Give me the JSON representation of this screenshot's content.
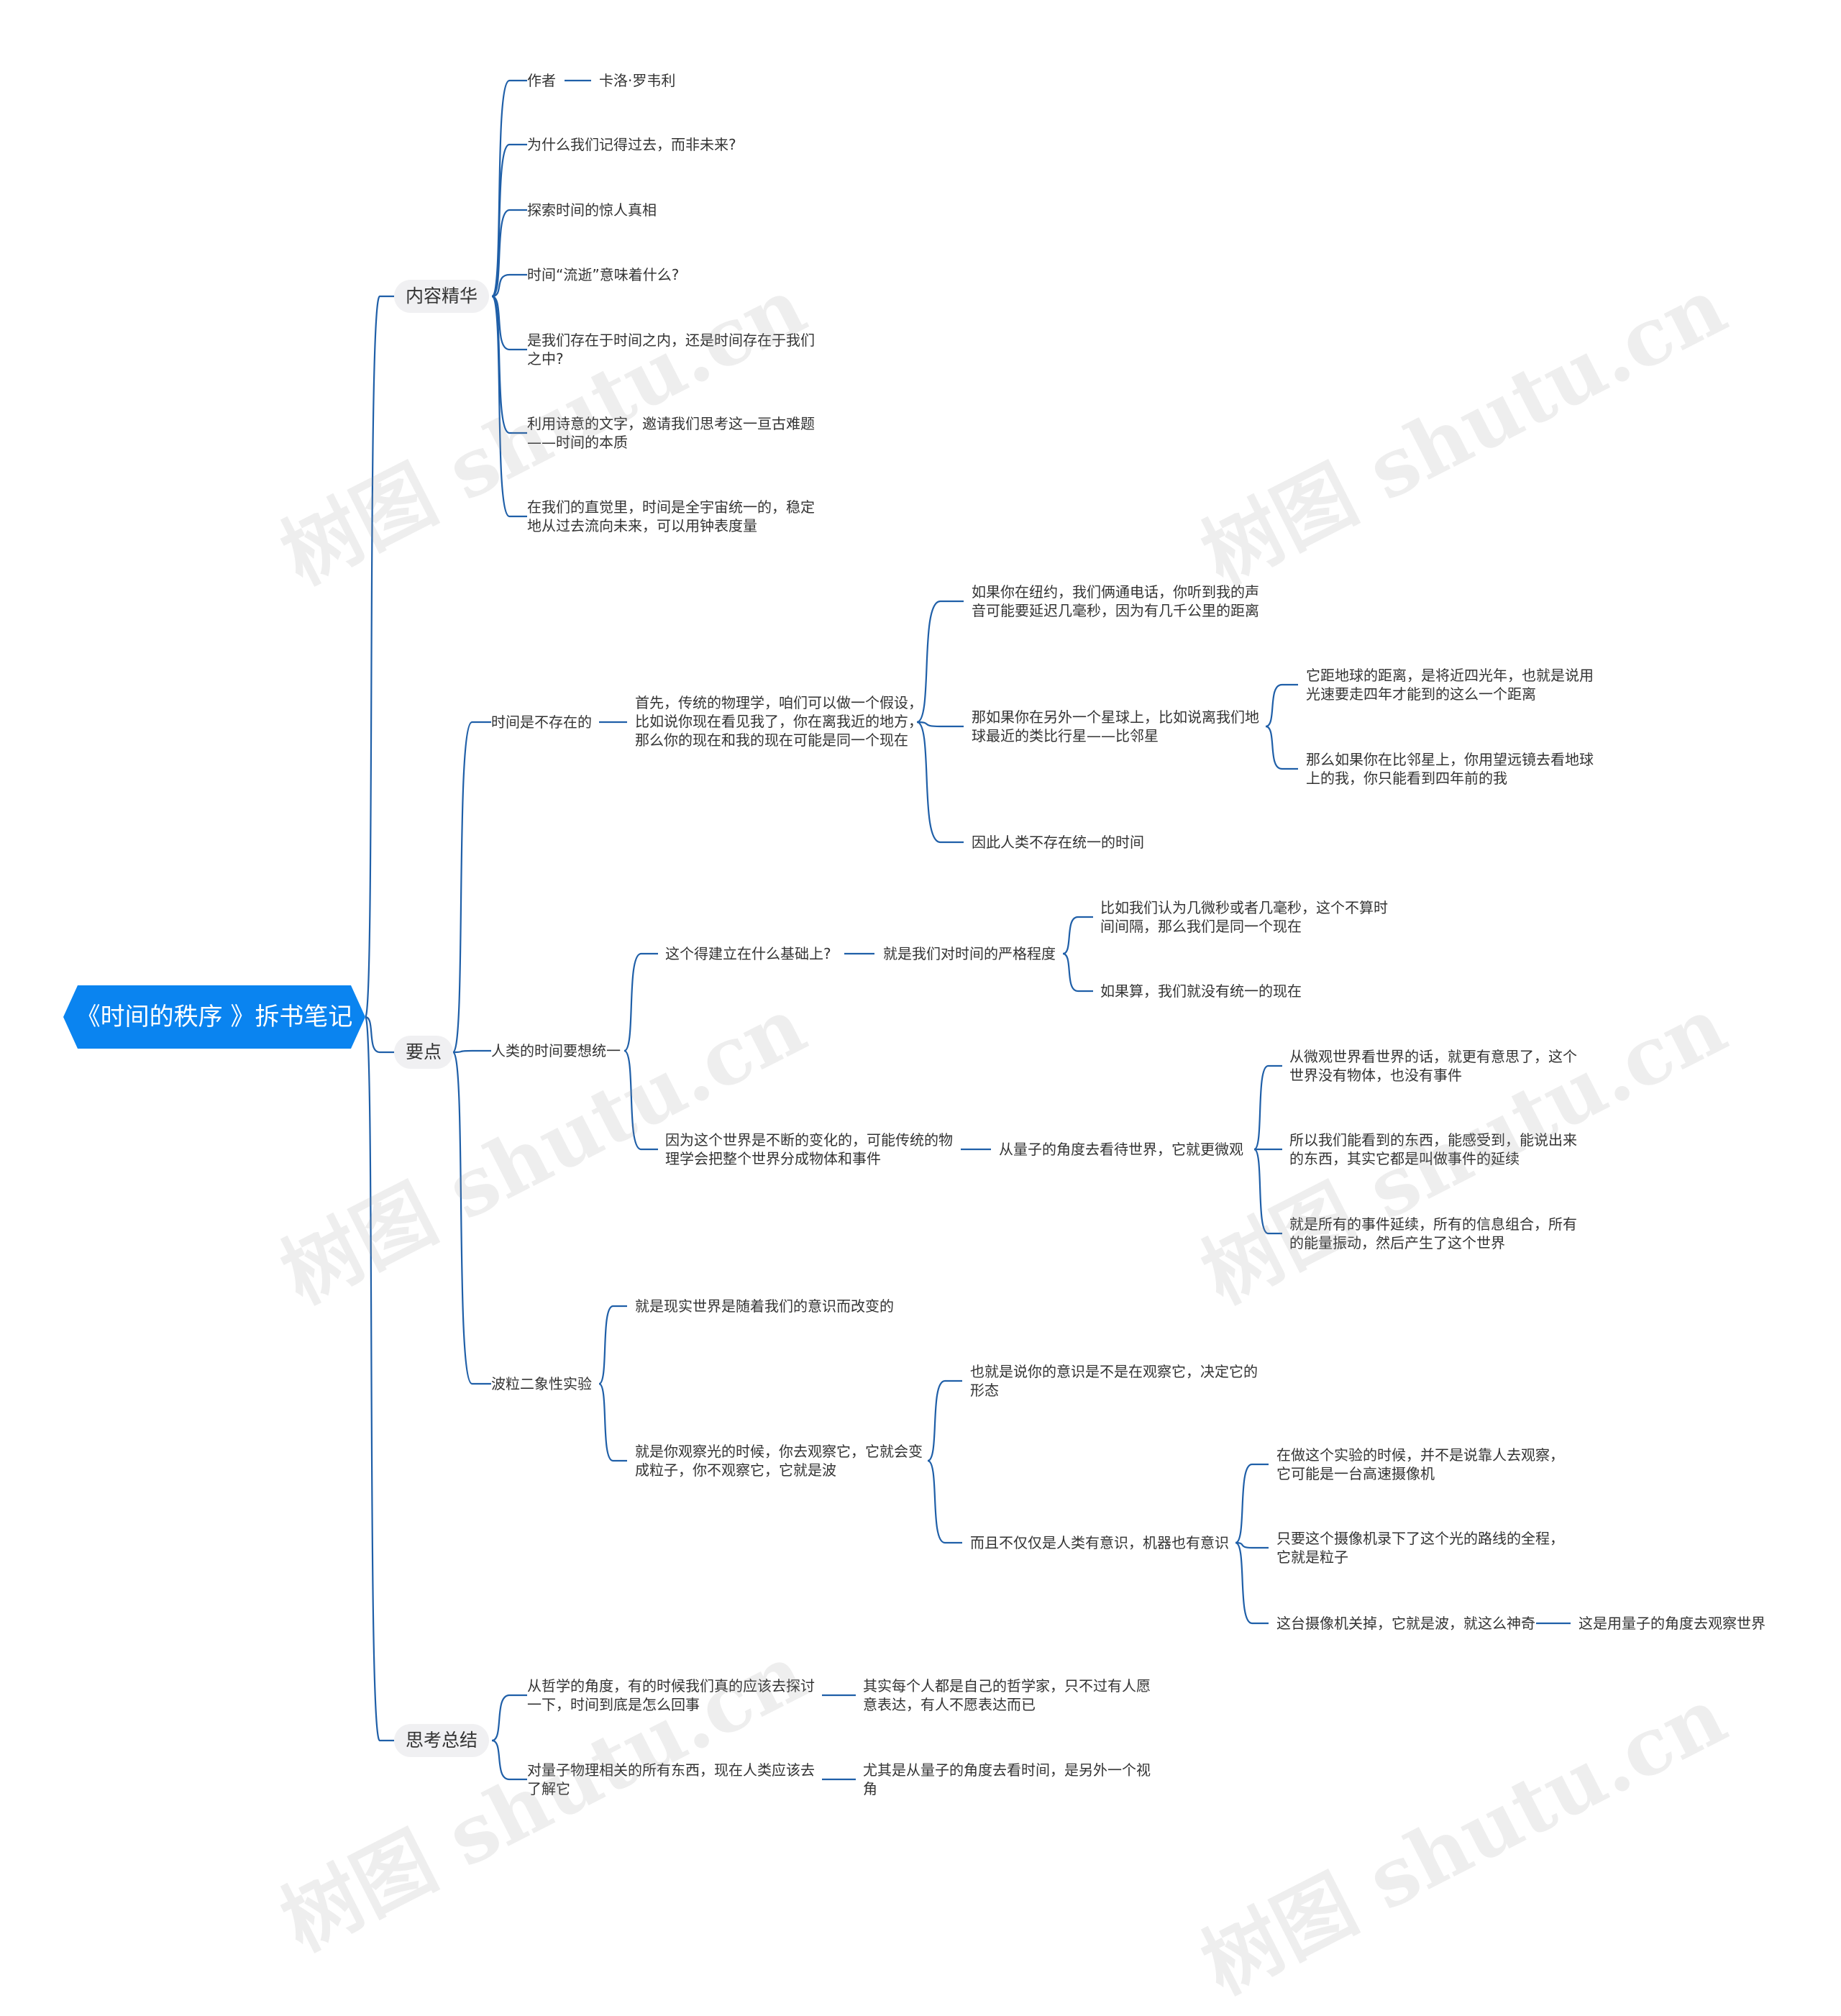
{
  "root": "《时间的秩序 》拆书笔记",
  "branches": {
    "b1": "内容精华",
    "b2": "要点",
    "b3": "思考总结"
  },
  "nodes": {
    "n_author": "作者",
    "n_author_name": "卡洛·罗韦利",
    "n_why": "为什么我们记得过去，而非未来?",
    "n_explore": "探索时间的惊人真相",
    "n_flow": "时间“流逝”意味着什么?",
    "n_exist": [
      "是我们存在于时间之内，还是时间存在于我们",
      "之中?"
    ],
    "n_poetic": [
      "利用诗意的文字，邀请我们思考这一亘古难题",
      "——时间的本质"
    ],
    "n_intuition": [
      "在我们的直觉里，时间是全宇宙统一的，稳定",
      "地从过去流向未来，可以用钟表度量"
    ],
    "k_nonexist": "时间是不存在的",
    "k_first": [
      "首先，传统的物理学，咱们可以做一个假设，",
      "比如说你现在看见我了，你在离我近的地方，",
      "那么你的现在和我的现在可能是同一个现在"
    ],
    "k_ny": [
      "如果你在纽约，我们俩通电话，你听到我的声",
      "音可能要延迟几毫秒，因为有几千公里的距离"
    ],
    "k_planet": [
      "那如果你在另外一个星球上，比如说离我们地",
      "球最近的类比行星——比邻星"
    ],
    "k_dist": [
      "它距地球的距离，是将近四光年，也就是说用",
      "光速要走四年才能到的这么一个距离"
    ],
    "k_tele": [
      "那么如果你在比邻星上，你用望远镜去看地球",
      "上的我，你只能看到四年前的我"
    ],
    "k_nouni": "因此人类不存在统一的时间",
    "k_want": "人类的时间要想统一",
    "k_basis": "这个得建立在什么基础上?",
    "k_strict": "就是我们对时间的严格程度",
    "k_micro": [
      "比如我们认为几微秒或者几毫秒，这个不算时",
      "间间隔，那么我们是同一个现在"
    ],
    "k_ifcount": "如果算，我们就没有统一的现在",
    "k_change": [
      "因为这个世界是不断的变化的，可能传统的物",
      "理学会把整个世界分成物体和事件"
    ],
    "k_quantum": "从量子的角度去看待世界，它就更微观",
    "k_q1": [
      "从微观世界看世界的话，就更有意思了，这个",
      "世界没有物体，也没有事件"
    ],
    "k_q2": [
      "所以我们能看到的东西，能感受到，能说出来",
      "的东西，其实它都是叫做事件的延续"
    ],
    "k_q3": [
      "就是所有的事件延续，所有的信息组合，所有",
      "的能量振动，然后产生了这个世界"
    ],
    "k_wave": "波粒二象性实验",
    "k_w1": "就是现实世界是随着我们的意识而改变的",
    "k_w2": [
      "就是你观察光的时候，你去观察它，它就会变",
      "成粒子，你不观察它，它就是波"
    ],
    "k_w3": [
      "也就是说你的意识是不是在观察它，决定它的",
      "形态"
    ],
    "k_w4": "而且不仅仅是人类有意识，机器也有意识",
    "k_w5": [
      "在做这个实验的时候，并不是说靠人去观察，",
      "它可能是一台高速摄像机"
    ],
    "k_w6": [
      "只要这个摄像机录下了这个光的路线的全程，",
      "它就是粒子"
    ],
    "k_w7": "这台摄像机关掉，它就是波，就这么神奇",
    "k_w8": "这是用量子的角度去观察世界",
    "t_phil": [
      "从哲学的角度，有的时候我们真的应该去探讨",
      "一下，时间到底是怎么回事"
    ],
    "t_everyone": [
      "其实每个人都是自己的哲学家，只不过有人愿",
      "意表达，有人不愿表达而已"
    ],
    "t_qm": [
      "对量子物理相关的所有东西，现在人类应该去",
      "了解它"
    ],
    "t_view": [
      "尤其是从量子的角度去看时间，是另外一个视",
      "角"
    ]
  },
  "watermark": "树图 shutu.cn",
  "colors": {
    "root_bg": "#0a84f0",
    "edge": "#1f5fa8",
    "branch_bg": "#f0f0f2"
  }
}
